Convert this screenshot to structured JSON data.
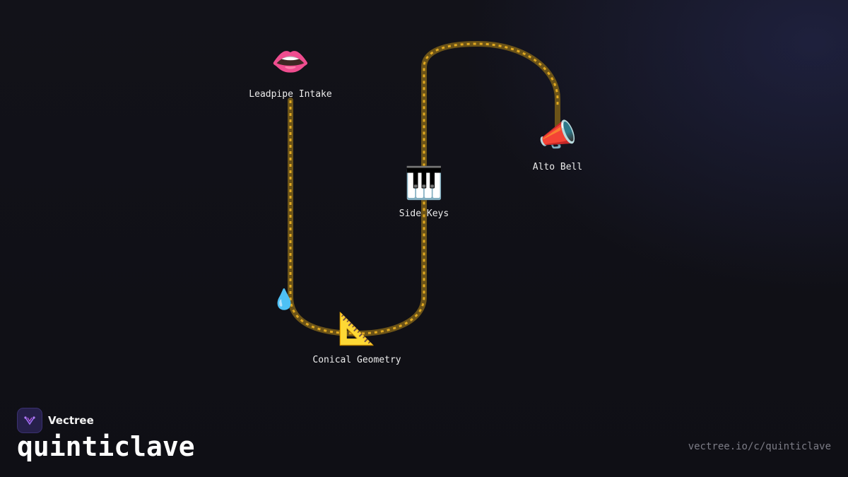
{
  "diagram": {
    "nodes": [
      {
        "id": "leadpipe",
        "label": "Leadpipe Intake",
        "icon": "lips-icon",
        "glyph": "👄"
      },
      {
        "id": "sidekeys",
        "label": "Side Keys",
        "icon": "piano-keys-icon",
        "glyph": "🎹"
      },
      {
        "id": "altobell",
        "label": "Alto Bell",
        "icon": "megaphone-icon",
        "glyph": "📣"
      },
      {
        "id": "conical",
        "label": "Conical Geometry",
        "icon": "triangular-ruler-icon",
        "glyph": "📐"
      }
    ],
    "marker": {
      "icon": "droplet-icon",
      "glyph": "💧"
    },
    "colors": {
      "path_outer": "#6b5318",
      "path_dash": "#e0a820",
      "background": "#111118"
    }
  },
  "brand": {
    "name": "Vectree"
  },
  "title": "quinticlave",
  "url": "vectree.io/c/quinticlave"
}
